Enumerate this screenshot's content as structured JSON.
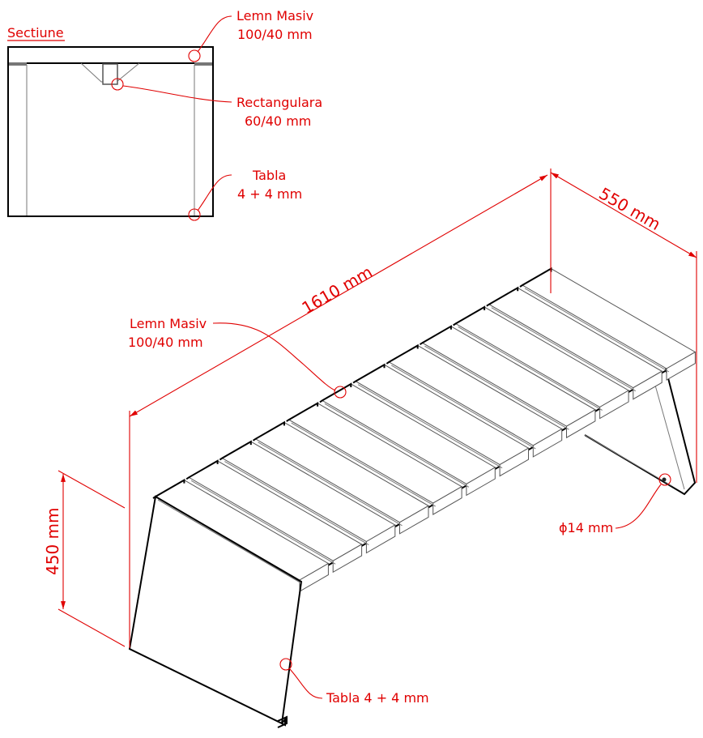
{
  "section": {
    "title": "Sectiune",
    "labels": {
      "top_material": "Lemn Masiv",
      "top_size": "100/40 mm",
      "beam_material": "Rectangulara",
      "beam_size": "60/40 mm",
      "side_material": "Tabla",
      "side_size": "4 + 4 mm"
    }
  },
  "iso_view": {
    "slat_count": 12,
    "dimensions": {
      "length": "1610 mm",
      "depth": "550 mm",
      "height": "450 mm"
    },
    "labels": {
      "slat_material": "Lemn Masiv",
      "slat_size": "100/40 mm",
      "hole": "ϕ14 mm",
      "side_plate": "Tabla 4 + 4 mm"
    }
  },
  "colors": {
    "annotation": "#e00000",
    "outline": "#000000",
    "edge": "#777777"
  }
}
